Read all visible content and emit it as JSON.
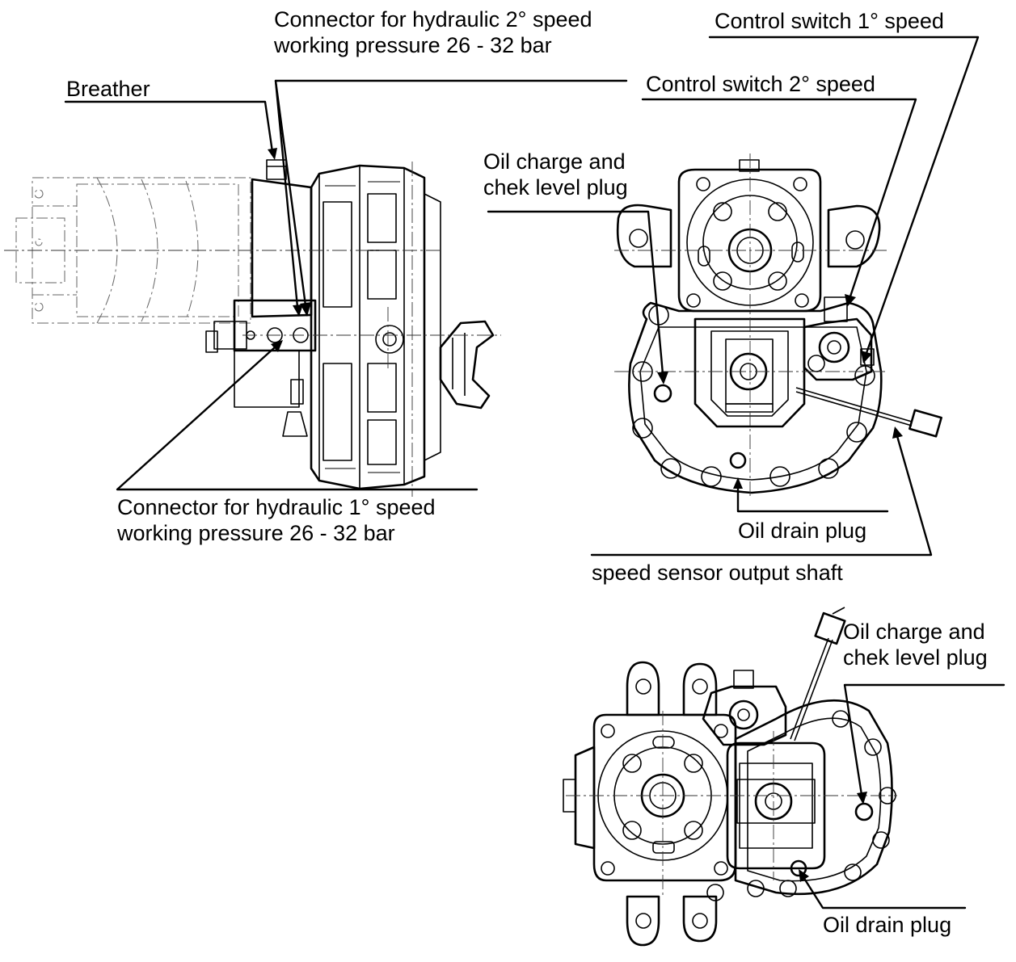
{
  "labels": {
    "breather": "Breather",
    "connector_2_speed": {
      "line1": "Connector for hydraulic 2° speed",
      "line2": "working pressure 26 - 32 bar"
    },
    "control_switch_1": "Control switch 1° speed",
    "control_switch_2": "Control switch 2° speed",
    "oil_charge_top": {
      "line1": "Oil charge and",
      "line2": "chek level plug"
    },
    "connector_1_speed": {
      "line1": "Connector for hydraulic 1° speed",
      "line2": "working pressure 26 - 32 bar"
    },
    "oil_drain_top": "Oil drain plug",
    "speed_sensor": "speed sensor output shaft",
    "oil_charge_bottom": {
      "line1": "Oil charge and",
      "line2": "chek level plug"
    },
    "oil_drain_bottom": "Oil drain plug"
  },
  "colors": {
    "line": "#000000",
    "background": "#ffffff",
    "phantom": "#666666"
  }
}
